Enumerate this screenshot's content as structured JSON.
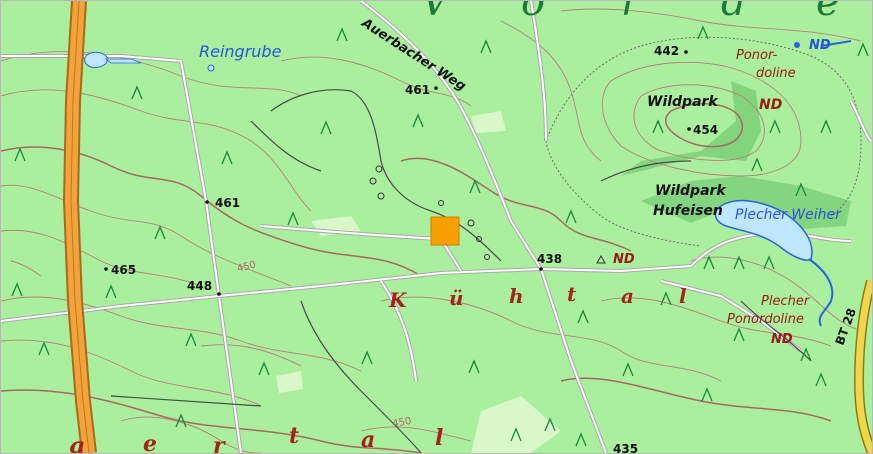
{
  "map": {
    "background_color": "#a9ef9d",
    "forest_dark_color": "#7dd07a",
    "water_color": "#bfe6ff",
    "marker_color": "#f7a000",
    "motorway_color": "#f4a33b",
    "road_yellow_color": "#f2d64a",
    "labels": {
      "reingrube": "Reingrube",
      "auerbacher_weg": "Auerbacher Weg",
      "elev_461_top": "461",
      "elev_442": "442",
      "ponordoline_top": "Ponor-",
      "ponordoline_top2": "doline",
      "nd_blue": "ND",
      "wildpark": "Wildpark",
      "nd_wildpark": "ND",
      "elev_454": "454",
      "wildpark_hufeisen_1": "Wildpark",
      "wildpark_hufeisen_2": "Hufeisen",
      "plecher_weiher": "Plecher Weiher",
      "elev_461_left": "461",
      "elev_465": "465",
      "elev_448": "448",
      "elev_438": "438",
      "nd_mid": "ND",
      "plecher_ponordoline_1": "Plecher",
      "plecher_ponordoline_2": "Ponordoline",
      "nd_bottom": "ND",
      "bt28": "BT 28",
      "elev_435": "435",
      "contour_450_left": "450",
      "contour_450_bottom": "450",
      "kuhtal": [
        "K",
        "ü",
        "h",
        "t",
        "a",
        "l"
      ],
      "bottom_partial": [
        "g",
        "e",
        "r",
        "t",
        "a",
        "l"
      ],
      "top_partial": [
        "V",
        "o",
        "r",
        "d",
        "e"
      ]
    }
  }
}
